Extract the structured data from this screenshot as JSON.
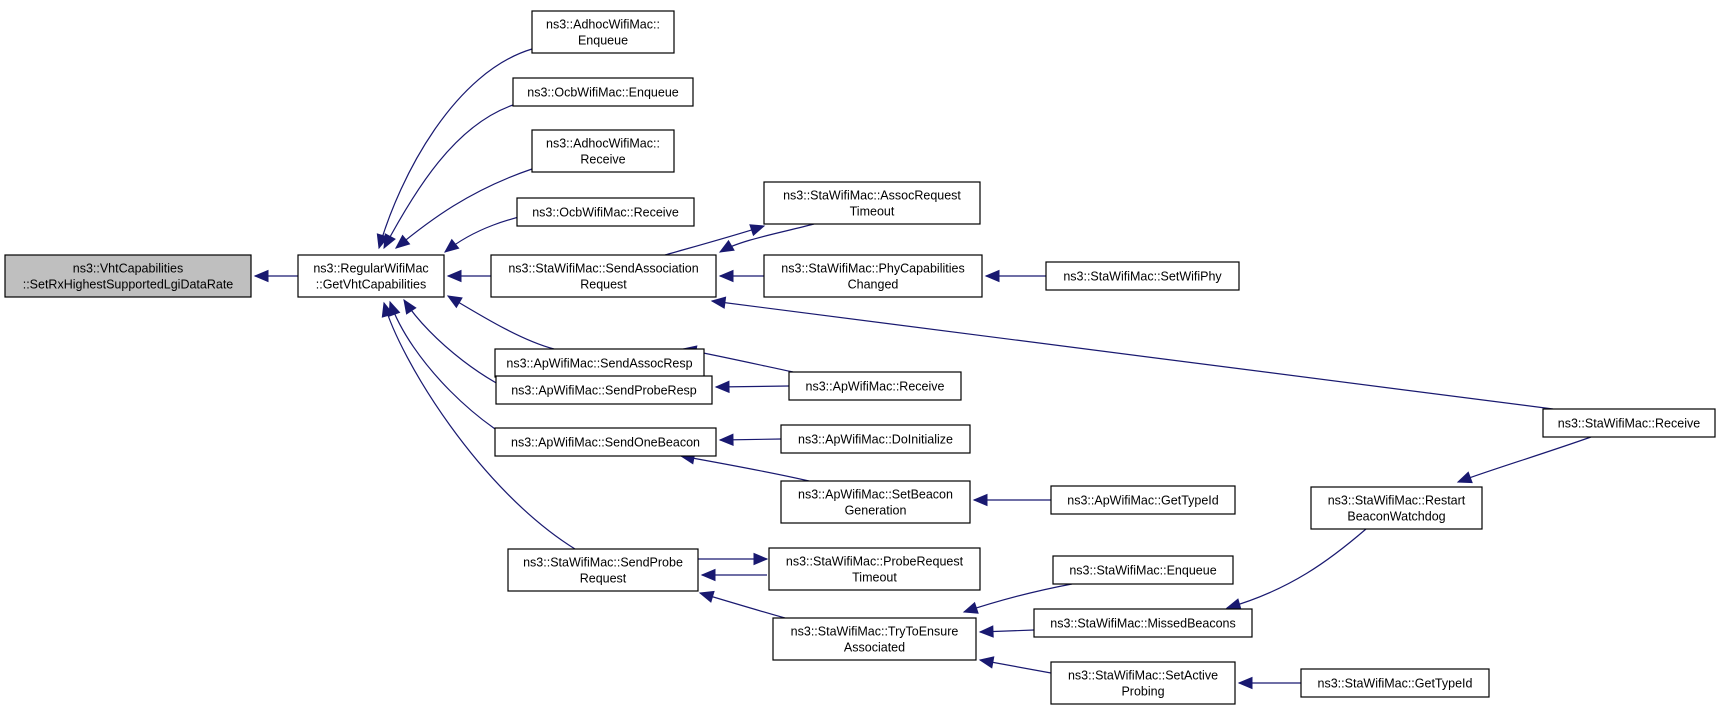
{
  "nodes": [
    {
      "id": "n0",
      "lines": [
        "ns3::VhtCapabilities",
        "::SetRxHighestSupportedLgiDataRate"
      ]
    },
    {
      "id": "n1",
      "lines": [
        "ns3::RegularWifiMac",
        "::GetVhtCapabilities"
      ]
    },
    {
      "id": "n2",
      "lines": [
        "ns3::AdhocWifiMac::",
        "Enqueue"
      ]
    },
    {
      "id": "n3",
      "lines": [
        "ns3::OcbWifiMac::Enqueue"
      ]
    },
    {
      "id": "n4",
      "lines": [
        "ns3::AdhocWifiMac::",
        "Receive"
      ]
    },
    {
      "id": "n5",
      "lines": [
        "ns3::OcbWifiMac::Receive"
      ]
    },
    {
      "id": "n6",
      "lines": [
        "ns3::StaWifiMac::SendAssociation",
        "Request"
      ]
    },
    {
      "id": "n7",
      "lines": [
        "ns3::ApWifiMac::SendAssocResp"
      ]
    },
    {
      "id": "n8",
      "lines": [
        "ns3::ApWifiMac::SendProbeResp"
      ]
    },
    {
      "id": "n9",
      "lines": [
        "ns3::ApWifiMac::SendOneBeacon"
      ]
    },
    {
      "id": "n10",
      "lines": [
        "ns3::StaWifiMac::SendProbe",
        "Request"
      ]
    },
    {
      "id": "n11",
      "lines": [
        "ns3::StaWifiMac::AssocRequest",
        "Timeout"
      ]
    },
    {
      "id": "n12",
      "lines": [
        "ns3::StaWifiMac::PhyCapabilities",
        "Changed"
      ]
    },
    {
      "id": "n13",
      "lines": [
        "ns3::StaWifiMac::SetWifiPhy"
      ]
    },
    {
      "id": "n14",
      "lines": [
        "ns3::StaWifiMac::Receive"
      ]
    },
    {
      "id": "n15",
      "lines": [
        "ns3::ApWifiMac::Receive"
      ]
    },
    {
      "id": "n16",
      "lines": [
        "ns3::ApWifiMac::DoInitialize"
      ]
    },
    {
      "id": "n17",
      "lines": [
        "ns3::ApWifiMac::SetBeacon",
        "Generation"
      ]
    },
    {
      "id": "n18",
      "lines": [
        "ns3::ApWifiMac::GetTypeId"
      ]
    },
    {
      "id": "n19",
      "lines": [
        "ns3::StaWifiMac::Restart",
        "BeaconWatchdog"
      ]
    },
    {
      "id": "n20",
      "lines": [
        "ns3::StaWifiMac::ProbeRequest",
        "Timeout"
      ]
    },
    {
      "id": "n21",
      "lines": [
        "ns3::StaWifiMac::Enqueue"
      ]
    },
    {
      "id": "n22",
      "lines": [
        "ns3::StaWifiMac::TryToEnsure",
        "Associated"
      ]
    },
    {
      "id": "n23",
      "lines": [
        "ns3::StaWifiMac::MissedBeacons"
      ]
    },
    {
      "id": "n24",
      "lines": [
        "ns3::StaWifiMac::SetActive",
        "Probing"
      ]
    },
    {
      "id": "n25",
      "lines": [
        "ns3::StaWifiMac::GetTypeId"
      ]
    }
  ],
  "edges": [
    {
      "from": "n1",
      "to": "n0"
    },
    {
      "from": "n2",
      "to": "n1"
    },
    {
      "from": "n3",
      "to": "n1"
    },
    {
      "from": "n4",
      "to": "n1"
    },
    {
      "from": "n5",
      "to": "n1"
    },
    {
      "from": "n6",
      "to": "n1"
    },
    {
      "from": "n7",
      "to": "n1"
    },
    {
      "from": "n8",
      "to": "n1"
    },
    {
      "from": "n9",
      "to": "n1"
    },
    {
      "from": "n10",
      "to": "n1"
    },
    {
      "from": "n6",
      "to": "n11"
    },
    {
      "from": "n11",
      "to": "n6"
    },
    {
      "from": "n12",
      "to": "n6"
    },
    {
      "from": "n13",
      "to": "n12"
    },
    {
      "from": "n14",
      "to": "n6"
    },
    {
      "from": "n15",
      "to": "n7"
    },
    {
      "from": "n15",
      "to": "n8"
    },
    {
      "from": "n16",
      "to": "n9"
    },
    {
      "from": "n17",
      "to": "n9"
    },
    {
      "from": "n18",
      "to": "n17"
    },
    {
      "from": "n10",
      "to": "n20"
    },
    {
      "from": "n20",
      "to": "n10"
    },
    {
      "from": "n22",
      "to": "n10"
    },
    {
      "from": "n21",
      "to": "n22"
    },
    {
      "from": "n23",
      "to": "n22"
    },
    {
      "from": "n24",
      "to": "n22"
    },
    {
      "from": "n25",
      "to": "n24"
    },
    {
      "from": "n23",
      "to": "n19"
    },
    {
      "from": "n19",
      "to": "n14"
    }
  ],
  "colors": {
    "edge": "#191970",
    "root_fill": "#bfbfbf",
    "node_fill": "#ffffff",
    "border": "#000000"
  }
}
